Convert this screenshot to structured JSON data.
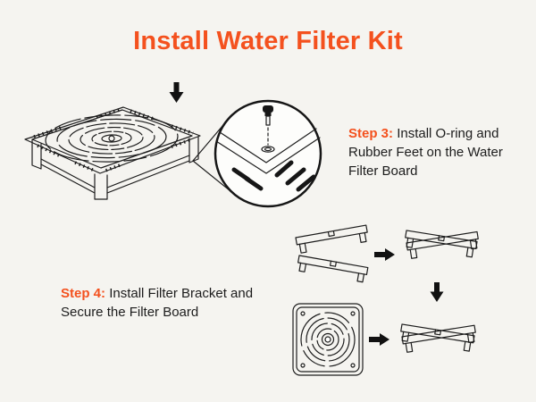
{
  "header": {
    "title": "Install Water Filter Kit"
  },
  "steps": {
    "step3": {
      "label": "Step 3:",
      "text": "Install O-ring and Rubber Feet on the Water Filter Board"
    },
    "step4": {
      "label": "Step 4:",
      "text": "Install Filter Bracket and Secure the Filter Board"
    }
  },
  "colors": {
    "accent": "#f4511e",
    "background": "#f5f4f0",
    "ink": "#1c1c1c",
    "line_art": "#1d1d1d"
  },
  "icons": {
    "down_arrow": "down-arrow-icon",
    "right_arrow": "right-arrow-icon",
    "magnifier": "magnified-detail-circle"
  },
  "illustrations": {
    "board_perspective": "water-filter-board-perspective",
    "magnified_detail": "o-ring-rubber-foot-detail",
    "bracket_parts": "filter-bracket-parts",
    "bracket_assembled": "filter-bracket-assembled",
    "board_top_view": "filter-board-top-view",
    "final_assembly": "filter-board-secured-on-bracket"
  }
}
